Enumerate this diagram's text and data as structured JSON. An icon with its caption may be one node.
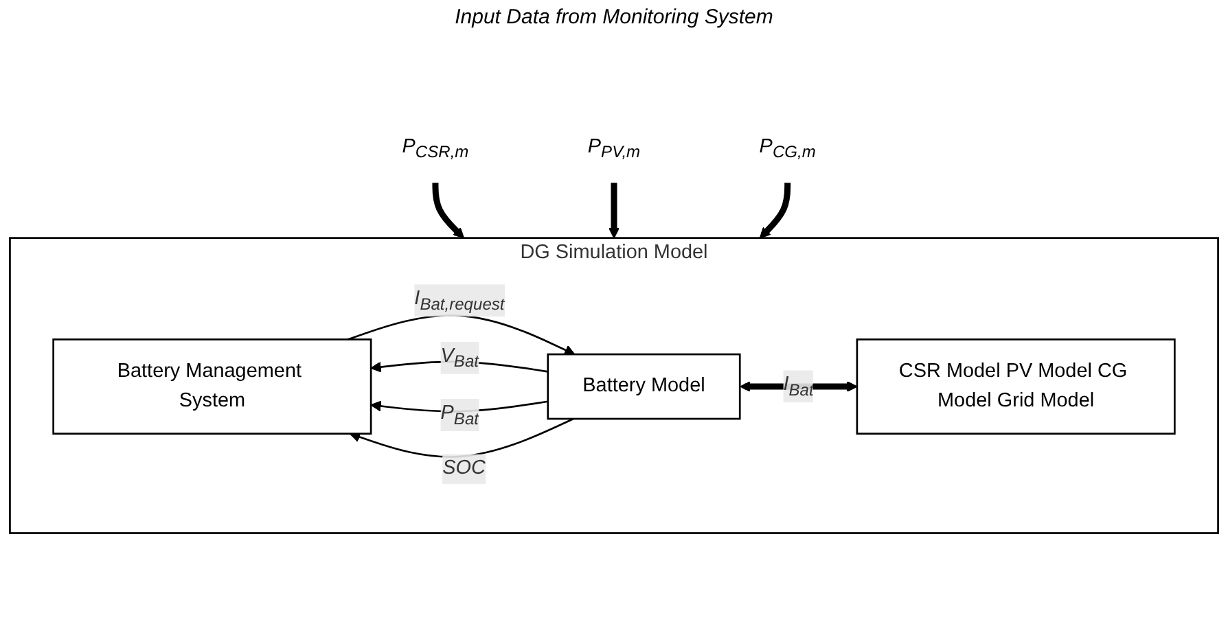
{
  "diagram": {
    "nodes": [
      {
        "text": [
          "P$_{CSR,m}$"
        ]
      },
      {
        "text": [
          "P$_{PV,m}$"
        ]
      },
      {
        "text": [
          "P$_{CG,m}$"
        ]
      },
      {
        "text": [
          "DG Simulation Model"
        ]
      },
      {
        "text": [
          "Battery Management System"
        ],
        "in": 3
      },
      {
        "text": [
          "Battery Model"
        ],
        "in": 3
      },
      {
        "text": [
          "CSR Model PV Model CG Model Grid Model"
        ],
        "in": 3
      }
    ],
    "edges": [
      {
        "from": 0,
        "to": 3,
        "arrow": "to",
        "style": "thick"
      },
      {
        "from": 1,
        "to": 3,
        "arrow": "to",
        "style": "thick"
      },
      {
        "from": 2,
        "to": 3,
        "arrow": "to",
        "style": "thick"
      },
      {
        "from": 4,
        "to": 5,
        "arrow": "to",
        "label": "I$_{Bat,request}$"
      },
      {
        "from": 5,
        "to": 4,
        "arrow": "to",
        "label": "V$_{Bat}$"
      },
      {
        "from": 5,
        "to": 4,
        "arrow": "to",
        "label": "P$_{Bat}$"
      },
      {
        "from": 5,
        "to": 4,
        "arrow": "to",
        "label": "SOC"
      },
      {
        "from": 5,
        "to": 6,
        "arrow": "both",
        "label": "I$_{Bat}$",
        "style": "thick"
      }
    ],
    "labels": [
      "Input Data from Monitoring System"
    ]
  }
}
